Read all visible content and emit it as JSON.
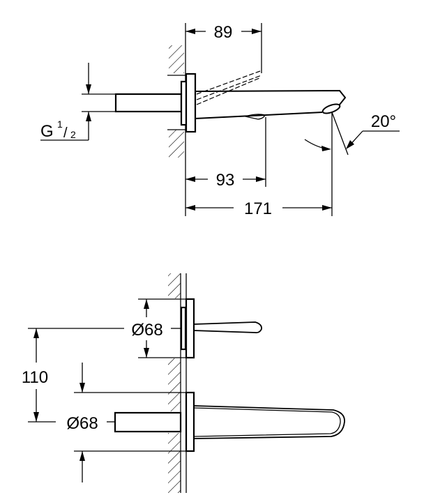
{
  "side_view": {
    "dim_lever_reach": "89",
    "dim_lever_position": "93",
    "dim_spout_projection": "171",
    "dim_angle": "20°",
    "thread_label": "G",
    "thread_fraction_num": "1",
    "thread_fraction_den": "2"
  },
  "front_view": {
    "dim_handle_rosette": "Ø68",
    "dim_spout_rosette": "Ø68",
    "dim_center_distance": "110"
  },
  "colors": {
    "line": "#000000",
    "background": "#ffffff"
  }
}
